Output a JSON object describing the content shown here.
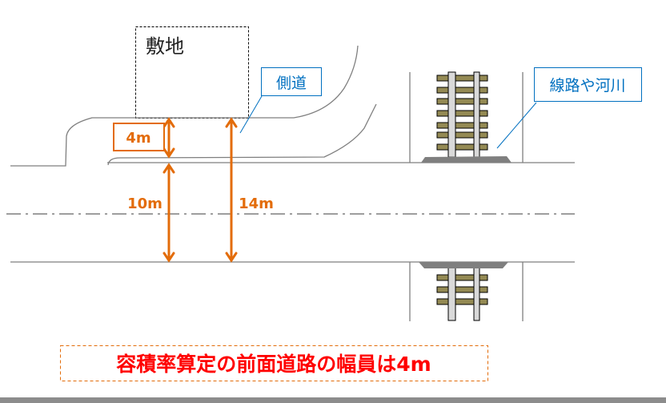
{
  "labels": {
    "site": "敷地",
    "side_road": "側道",
    "railway_river": "線路や河川",
    "side_road_width": "4m",
    "main_road_width": "10m",
    "total_width": "14m",
    "conclusion": "容積率算定の前面道路の幅員は4m"
  },
  "colors": {
    "accent_orange": "#e36c0a",
    "callout_blue": "#0070c0",
    "conclusion_red": "#ff0000",
    "line_gray": "#7f7f7f",
    "tie_olive": "#948a54"
  }
}
